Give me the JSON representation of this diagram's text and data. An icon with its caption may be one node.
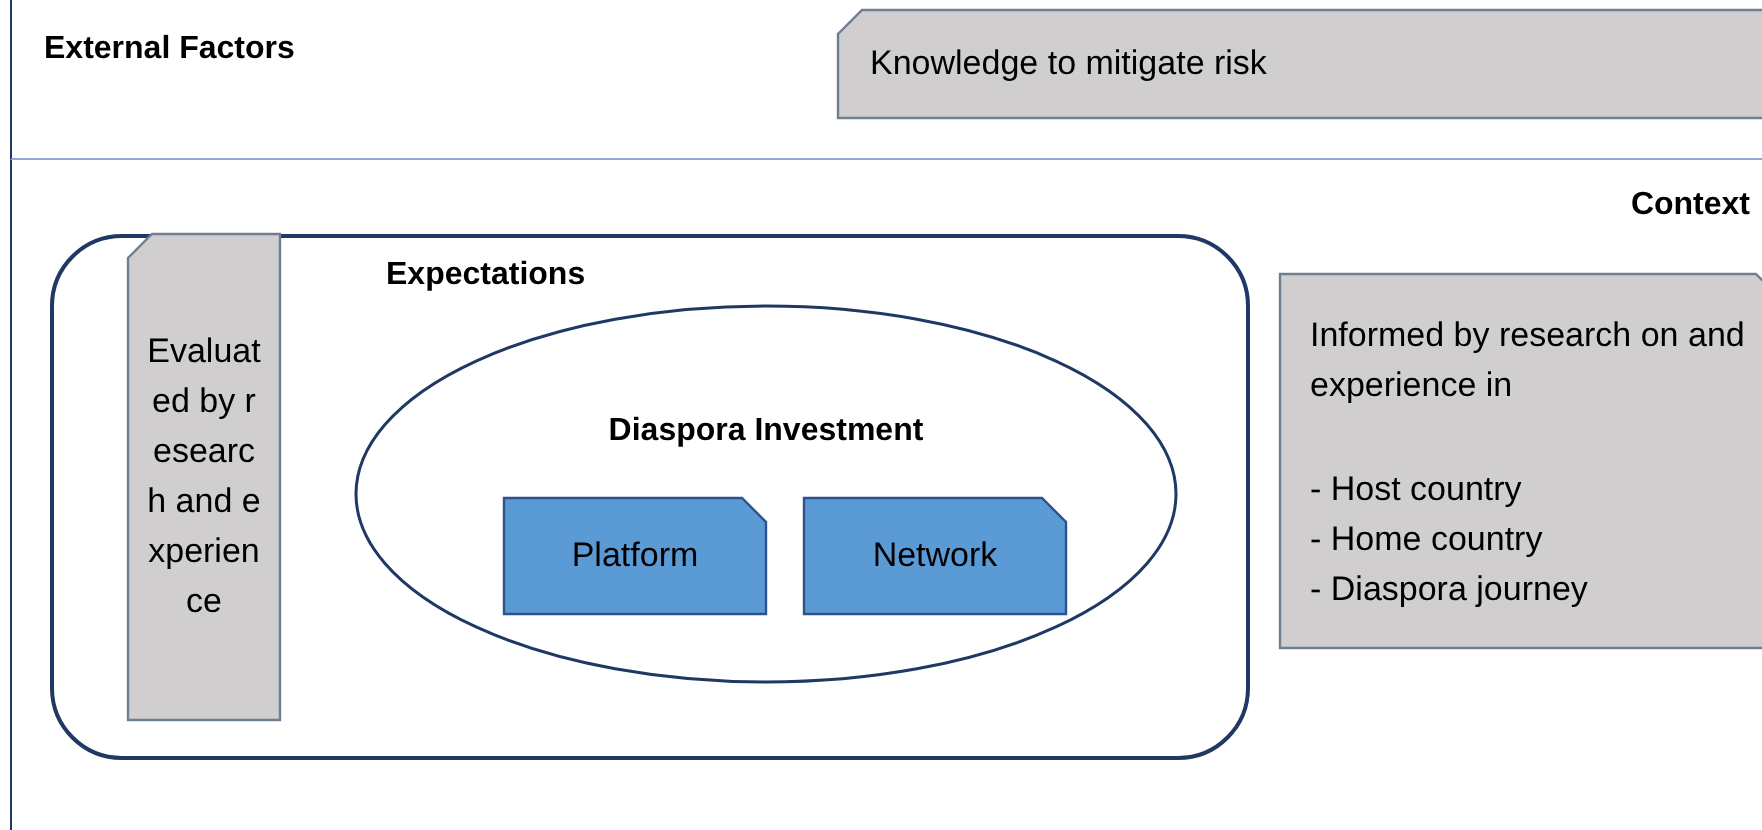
{
  "diagram": {
    "nodes": [
      {
        "text": [
          "External Factors"
        ]
      },
      {
        "text": [
          "Knowledge to mitigate risk"
        ],
        "in": 0
      },
      {
        "text": [
          "Context"
        ]
      },
      {
        "text": [
          "Expectations"
        ],
        "in": 2
      },
      {
        "text": [
          "Evaluated by research and experience"
        ],
        "in": 3
      },
      {
        "text": [
          "Diaspora Investment"
        ],
        "in": 3
      },
      {
        "text": [
          "Platform"
        ],
        "in": 5
      },
      {
        "text": [
          "Network"
        ],
        "in": 5
      },
      {
        "text": [
          "Informed by research on and experience in",
          "- Host country",
          "- Home country",
          "- Diaspora journey"
        ],
        "in": 2
      }
    ]
  }
}
